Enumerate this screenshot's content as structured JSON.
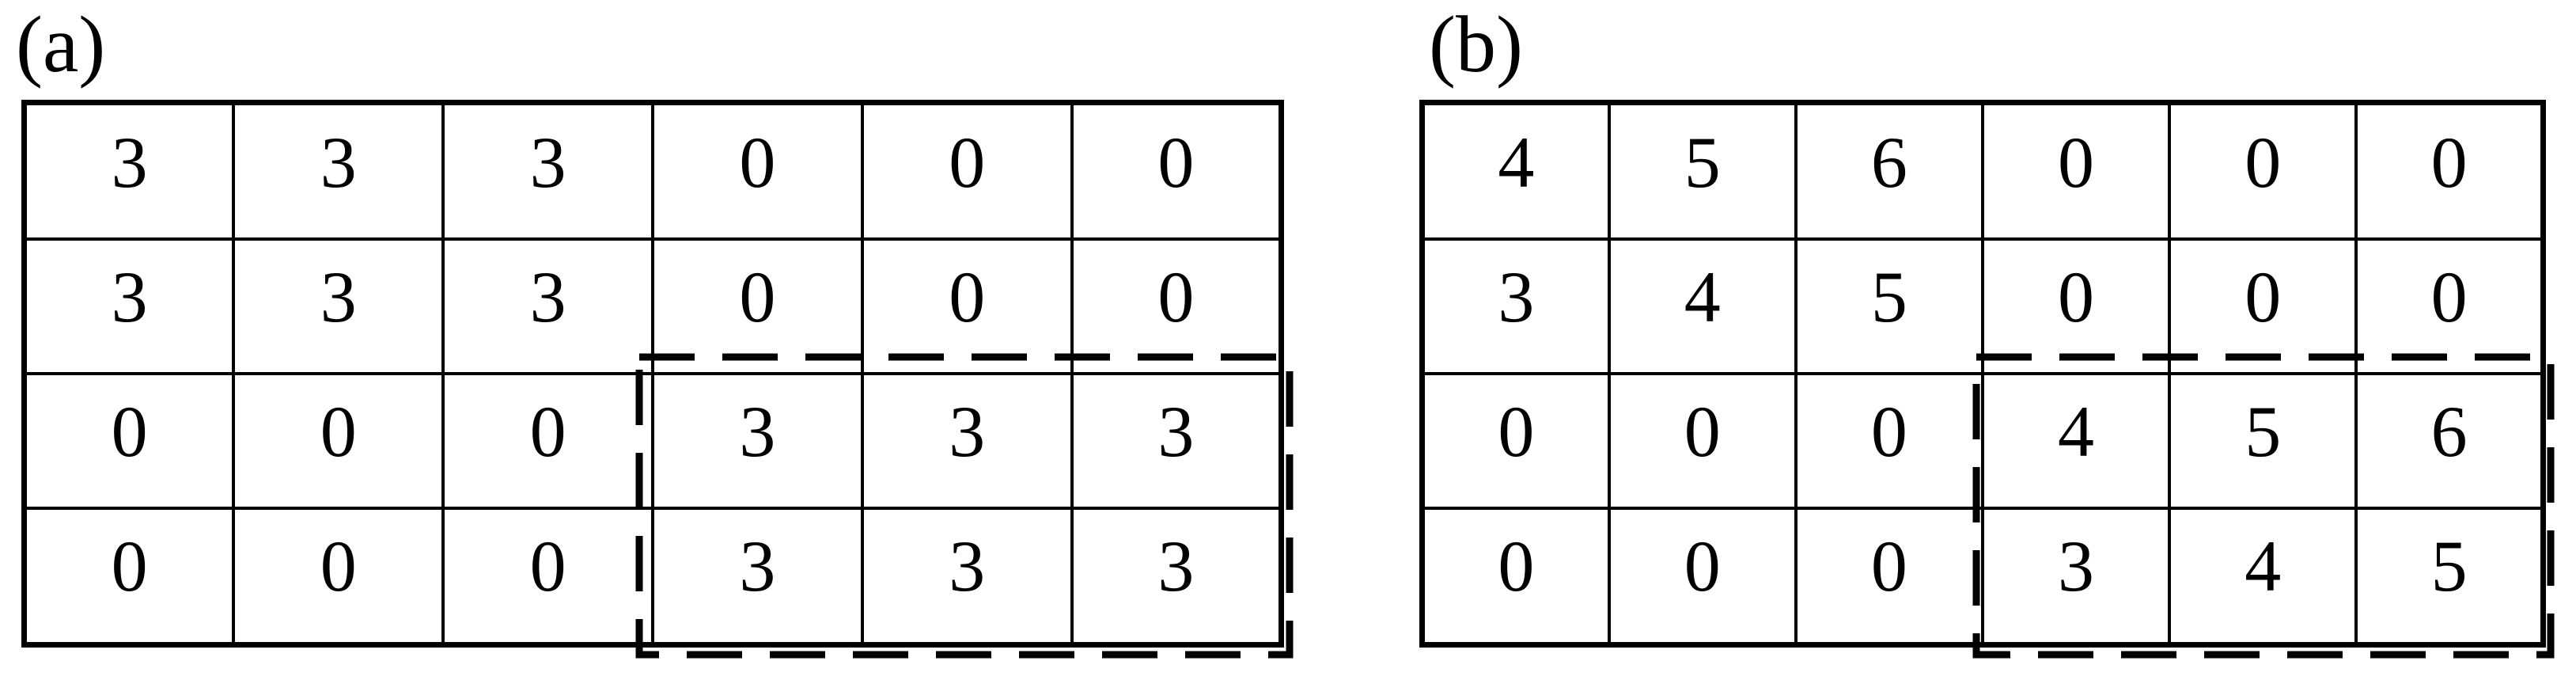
{
  "panels": [
    {
      "label": "(a)",
      "grid": {
        "rows": [
          [
            "3",
            "3",
            "3",
            "0",
            "0",
            "0"
          ],
          [
            "3",
            "3",
            "3",
            "0",
            "0",
            "0"
          ],
          [
            "0",
            "0",
            "0",
            "3",
            "3",
            "3"
          ],
          [
            "0",
            "0",
            "0",
            "3",
            "3",
            "3"
          ]
        ]
      },
      "highlight": {
        "rows": "3-4",
        "cols": "4-6"
      }
    },
    {
      "label": "(b)",
      "grid": {
        "rows": [
          [
            "4",
            "5",
            "6",
            "0",
            "0",
            "0"
          ],
          [
            "3",
            "4",
            "5",
            "0",
            "0",
            "0"
          ],
          [
            "0",
            "0",
            "0",
            "4",
            "5",
            "6"
          ],
          [
            "0",
            "0",
            "0",
            "3",
            "4",
            "5"
          ]
        ]
      },
      "highlight": {
        "rows": "3-4",
        "cols": "4-6"
      }
    }
  ],
  "colors": {
    "line": "#000000",
    "background": "#ffffff"
  }
}
